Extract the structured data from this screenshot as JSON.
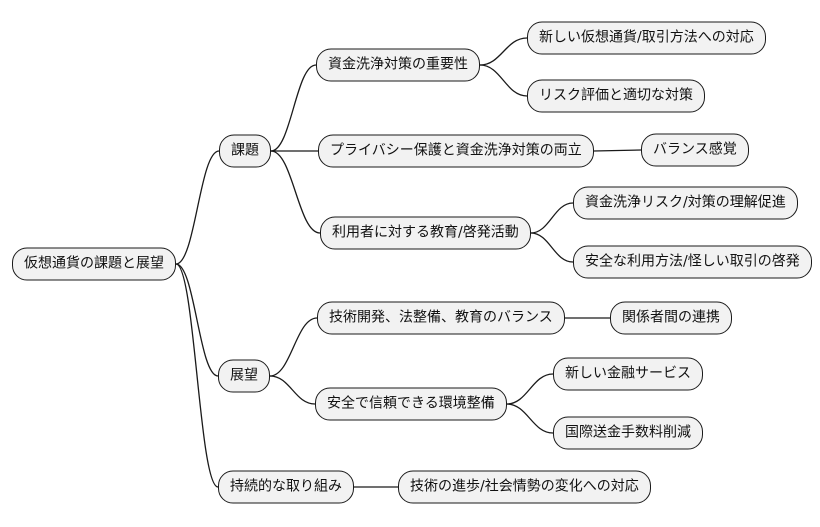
{
  "diagram": {
    "type": "mindmap",
    "nodes": {
      "root": {
        "label": "仮想通貨の課題と展望"
      },
      "kadai": {
        "label": "課題"
      },
      "aml": {
        "label": "資金洗浄対策の重要性"
      },
      "aml_new": {
        "label": "新しい仮想通貨/取引方法への対応"
      },
      "aml_risk": {
        "label": "リスク評価と適切な対策"
      },
      "privacy": {
        "label": "プライバシー保護と資金洗浄対策の両立"
      },
      "balance": {
        "label": "バランス感覚"
      },
      "edu": {
        "label": "利用者に対する教育/啓発活動"
      },
      "edu_understand": {
        "label": "資金洗浄リスク/対策の理解促進"
      },
      "edu_safe": {
        "label": "安全な利用方法/怪しい取引の啓発"
      },
      "tenbou": {
        "label": "展望"
      },
      "tech_balance": {
        "label": "技術開発、法整備、教育のバランス"
      },
      "stakeholders": {
        "label": "関係者間の連携"
      },
      "safe_env": {
        "label": "安全で信頼できる環境整備"
      },
      "fin_services": {
        "label": "新しい金融サービス"
      },
      "remittance": {
        "label": "国際送金手数料削減"
      },
      "sustained": {
        "label": "持続的な取り組み"
      },
      "adapt": {
        "label": "技術の進歩/社会情勢の変化への対応"
      }
    },
    "edges": [
      [
        "root",
        "kadai"
      ],
      [
        "kadai",
        "aml"
      ],
      [
        "aml",
        "aml_new"
      ],
      [
        "aml",
        "aml_risk"
      ],
      [
        "kadai",
        "privacy"
      ],
      [
        "privacy",
        "balance"
      ],
      [
        "kadai",
        "edu"
      ],
      [
        "edu",
        "edu_understand"
      ],
      [
        "edu",
        "edu_safe"
      ],
      [
        "root",
        "tenbou"
      ],
      [
        "tenbou",
        "tech_balance"
      ],
      [
        "tech_balance",
        "stakeholders"
      ],
      [
        "tenbou",
        "safe_env"
      ],
      [
        "safe_env",
        "fin_services"
      ],
      [
        "safe_env",
        "remittance"
      ],
      [
        "root",
        "sustained"
      ],
      [
        "sustained",
        "adapt"
      ]
    ],
    "colors": {
      "background": "#ffffff",
      "node_fill": "#f2f2f2",
      "node_border": "#1a1a1a",
      "edge": "#1a1a1a",
      "text": "#111111"
    }
  }
}
